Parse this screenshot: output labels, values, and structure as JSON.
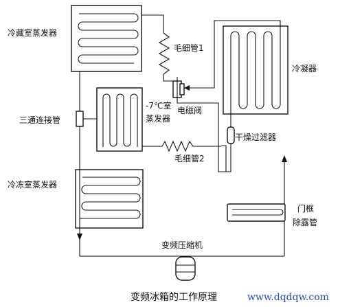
{
  "labels": {
    "fridge_evaporator": "冷藏室蒸发器",
    "capillary_1": "毛细管1",
    "condenser": "冷凝器",
    "solenoid_valve": "电磁阀",
    "three_way_connector": "三通连接管",
    "minus7_room_line1": "-7℃室",
    "minus7_room_line2": "蒸发器",
    "dryer_filter": "干燥过滤器",
    "capillary_2": "毛细管2",
    "freezer_evaporator": "冷冻室蒸发器",
    "door_frame_line1": "门框",
    "door_frame_line2": "除露管",
    "compressor": "变频压缩机"
  },
  "caption": {
    "text": "变频冰箱的工作原理",
    "url": "www.dqdqw.com",
    "url_color": "#1f4fb8"
  }
}
